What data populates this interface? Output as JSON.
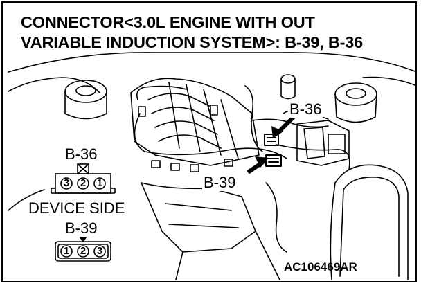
{
  "title": {
    "line1": "CONNECTOR<3.0L ENGINE WITH OUT",
    "line2": "VARIABLE INDUCTION SYSTEM>: B-39, B-36"
  },
  "connector_legend": {
    "b36_label": "B-36",
    "b36_pins": [
      "3",
      "2",
      "1"
    ],
    "device_side_label": "DEVICE SIDE",
    "b39_label": "B-39",
    "b39_pins": [
      "1",
      "2",
      "3"
    ]
  },
  "callouts": {
    "b36": "B-36",
    "b39": "B-39"
  },
  "figure_code": "AC106469AR",
  "colors": {
    "line": "#000000",
    "background": "#ffffff"
  },
  "icons": {
    "b36_connector": "connector-3pin-icon",
    "b39_connector": "connector-3pin-icon",
    "arrow": "arrow-icon"
  }
}
